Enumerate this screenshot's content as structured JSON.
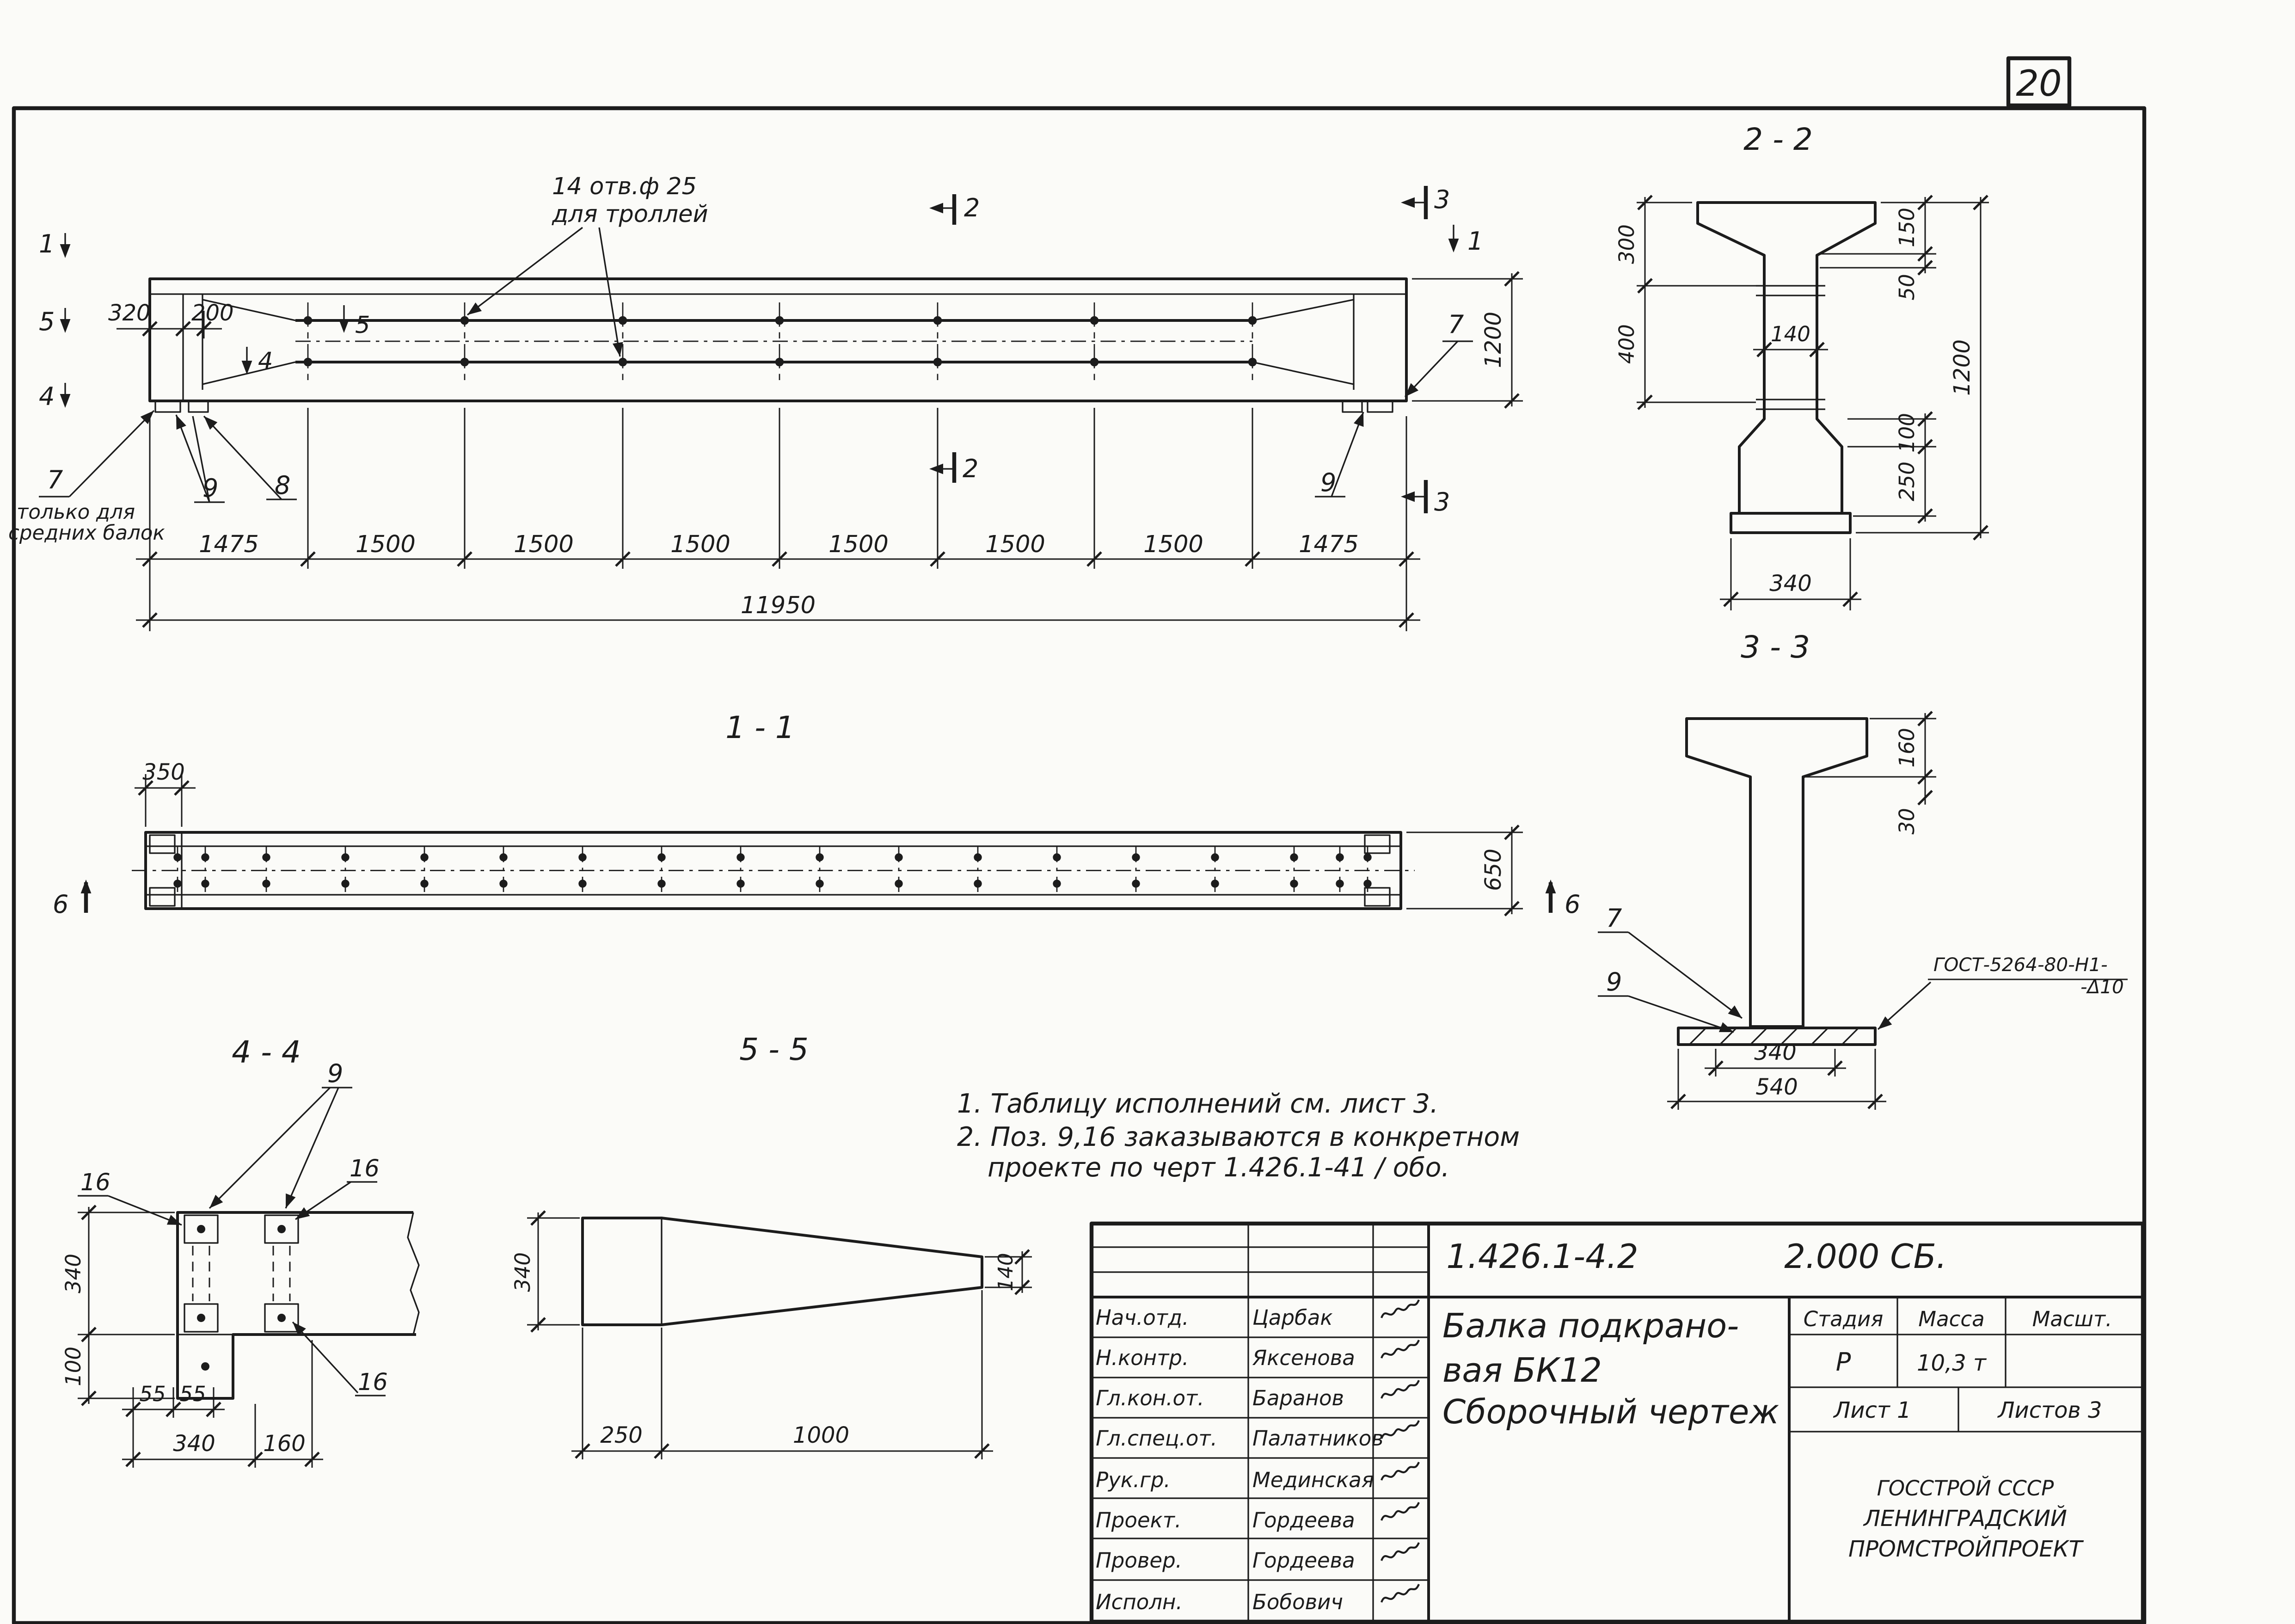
{
  "sheet_number": "20",
  "elevation": {
    "hole_note_1": "14 отв.ф 25",
    "hole_note_2": "для троллей",
    "mark_1": "1",
    "mark_2": "2",
    "mark_3": "3",
    "mark_4": "4",
    "mark_5": "5",
    "mark_7": "7",
    "mark_8": "8",
    "mark_9": "9",
    "foot_note_1": "только для",
    "foot_note_2": "средних балок",
    "dim_320": "320",
    "dim_200": "200",
    "dim_1200": "1200",
    "segments": [
      "1475",
      "1500",
      "1500",
      "1500",
      "1500",
      "1500",
      "1500",
      "1475"
    ],
    "dim_total": "11950"
  },
  "section22": {
    "title": "2 - 2",
    "dim_300": "300",
    "dim_400": "400",
    "dim_140": "140",
    "dim_150": "150",
    "dim_50": "50",
    "dim_100": "100",
    "dim_250": "250",
    "dim_1200": "1200",
    "dim_340": "340"
  },
  "plan11": {
    "title": "1 - 1",
    "dim_350": "350",
    "dim_650": "650",
    "mark_6": "6"
  },
  "section33": {
    "title": "3 - 3",
    "dim_160": "160",
    "dim_30": "30",
    "dim_340": "340",
    "dim_540": "540",
    "mark_7": "7",
    "mark_9": "9",
    "gost_1": "ГОСТ-5264-80-Н1-",
    "gost_2": "-Δ10"
  },
  "detail44": {
    "title": "4 - 4",
    "mark_9": "9",
    "mark_16": "16",
    "dim_340_v": "340",
    "dim_100": "100",
    "dim_55": "55",
    "dim_340_h": "340",
    "dim_160": "160"
  },
  "detail55": {
    "title": "5 - 5",
    "dim_340": "340",
    "dim_140": "140",
    "dim_250": "250",
    "dim_1000": "1000"
  },
  "notes": {
    "line1": "1. Таблицу исполнений  см. лист 3.",
    "line2": "2. Поз. 9,16 заказываются в конкретном",
    "line3": "проекте по черт 1.426.1-41 / обо."
  },
  "title_block": {
    "doc_number": "1.426.1-4.2",
    "doc_code": "2.000 СБ.",
    "rows": [
      {
        "role": "Нач.отд.",
        "name": "Царбак"
      },
      {
        "role": "Н.контр.",
        "name": "Яксенова"
      },
      {
        "role": "Гл.кон.от.",
        "name": "Баранов"
      },
      {
        "role": "Гл.спец.от.",
        "name": "Палатников"
      },
      {
        "role": "Рук.гр.",
        "name": "Мединская"
      },
      {
        "role": "Проект.",
        "name": "Гордеева"
      },
      {
        "role": "Провер.",
        "name": "Гордеева"
      },
      {
        "role": "Исполн.",
        "name": "Бобович"
      }
    ],
    "title_1": "Балка  подкрано-",
    "title_2": "вая  БК12",
    "title_3": "Сборочный  чертеж",
    "stage_label": "Стадия",
    "mass_label": "Масса",
    "scale_label": "Масшт.",
    "stage_value": "Р",
    "mass_value": "10,3 т",
    "sheet_info": "Лист 1",
    "sheets_info": "Листов 3",
    "org_1": "ГОССТРОЙ СССР",
    "org_2": "ЛЕНИНГРАДСКИЙ",
    "org_3": "ПРОМСТРОЙПРОЕКТ"
  }
}
